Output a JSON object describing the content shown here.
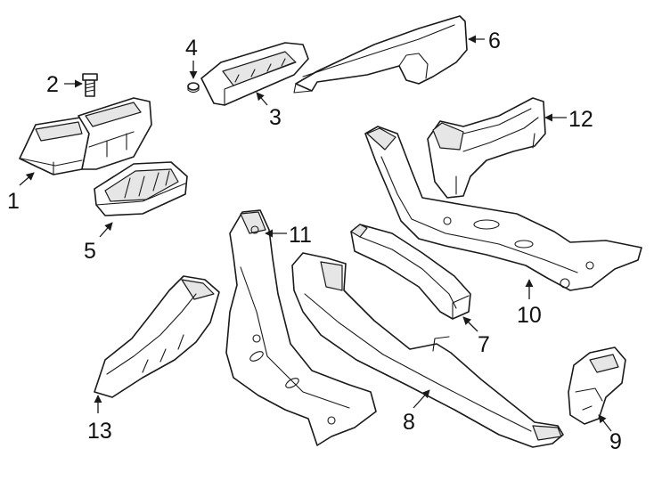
{
  "callouts": [
    {
      "id": "1",
      "label": "1"
    },
    {
      "id": "2",
      "label": "2"
    },
    {
      "id": "3",
      "label": "3"
    },
    {
      "id": "4",
      "label": "4"
    },
    {
      "id": "5",
      "label": "5"
    },
    {
      "id": "6",
      "label": "6"
    },
    {
      "id": "7",
      "label": "7"
    },
    {
      "id": "8",
      "label": "8"
    },
    {
      "id": "9",
      "label": "9"
    },
    {
      "id": "10",
      "label": "10"
    },
    {
      "id": "11",
      "label": "11"
    },
    {
      "id": "12",
      "label": "12"
    },
    {
      "id": "13",
      "label": "13"
    }
  ],
  "colors": {
    "line": "#1a1a1a",
    "fill": "#ffffff",
    "shade": "#e6e6e6"
  }
}
